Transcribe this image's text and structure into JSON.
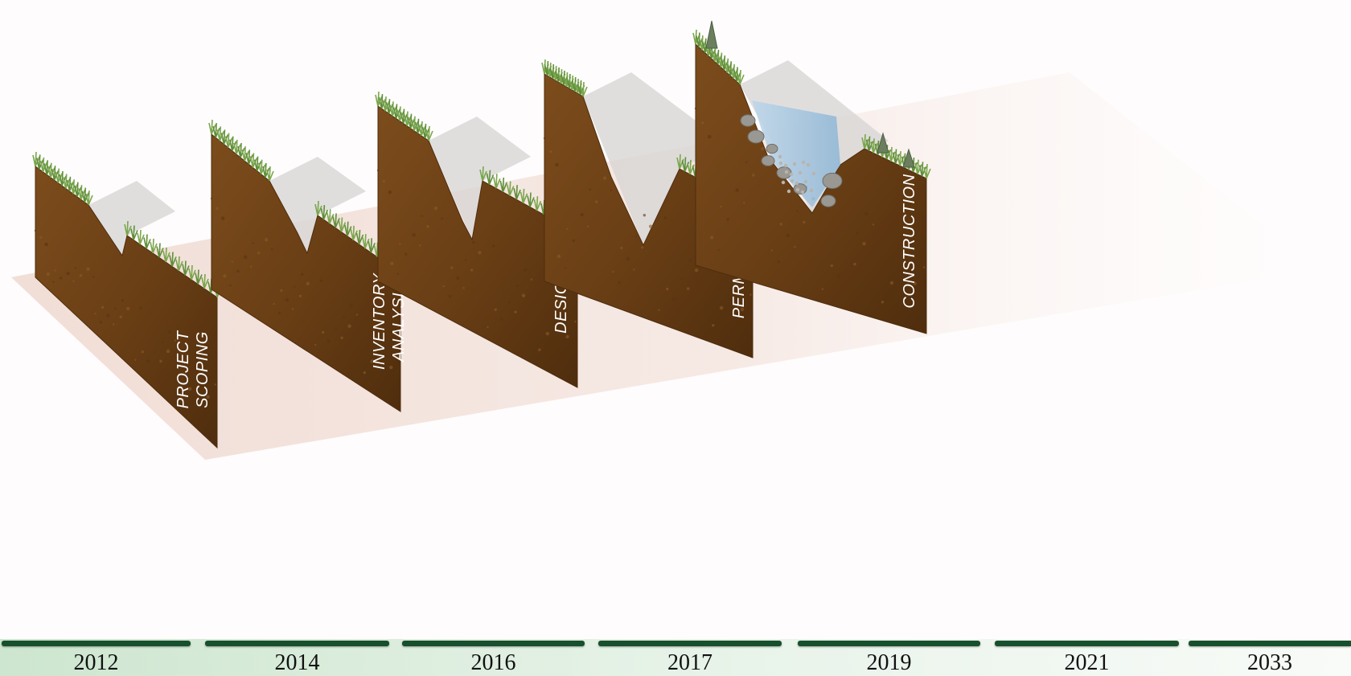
{
  "stages": [
    {
      "label": "PROJECT SCOPING",
      "lines": [
        "PROJECT",
        "SCOPING"
      ]
    },
    {
      "label": "INVENTORY ANALYSIS",
      "lines": [
        "INVENTORY",
        "ANALYSIS"
      ]
    },
    {
      "label": "DESIGN",
      "lines": [
        "DESIGN"
      ]
    },
    {
      "label": "PERMITS",
      "lines": [
        "PERMITS"
      ]
    },
    {
      "label": "CONSTRUCTION",
      "lines": [
        "CONSTRUCTION"
      ]
    }
  ],
  "timeline": [
    "2012",
    "2014",
    "2016",
    "2017",
    "2019",
    "2021",
    "2033"
  ],
  "colors": {
    "soil": "#6e4216",
    "soil_dark": "#4e2d0c",
    "grass": "#5f8f3a",
    "ground_plane": "#f3e3dd",
    "water": "#9cc0dc",
    "rock": "#9a9892",
    "timeline_bar": "#17502c"
  },
  "icons": [
    "grass-tuft",
    "tree-icon",
    "rock-icon",
    "water-channel"
  ]
}
